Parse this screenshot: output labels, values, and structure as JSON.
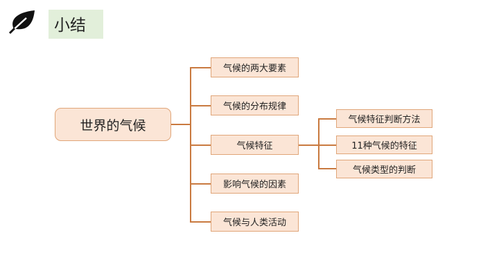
{
  "header": {
    "title": "小结",
    "icon": "leaf-icon"
  },
  "root": "世界的气候",
  "children": [
    "气候的两大要素",
    "气候的分布规律",
    "气候特征",
    "影响气候的因素",
    "气候与人类活动"
  ],
  "sub": [
    "气候特征判断方法",
    "11种气候的特征",
    "气候类型的判断"
  ],
  "colors": {
    "node_fill": "#fbe5d6",
    "node_border": "#e0a578",
    "line": "#c9793f",
    "title_bg": "#e2efda"
  }
}
